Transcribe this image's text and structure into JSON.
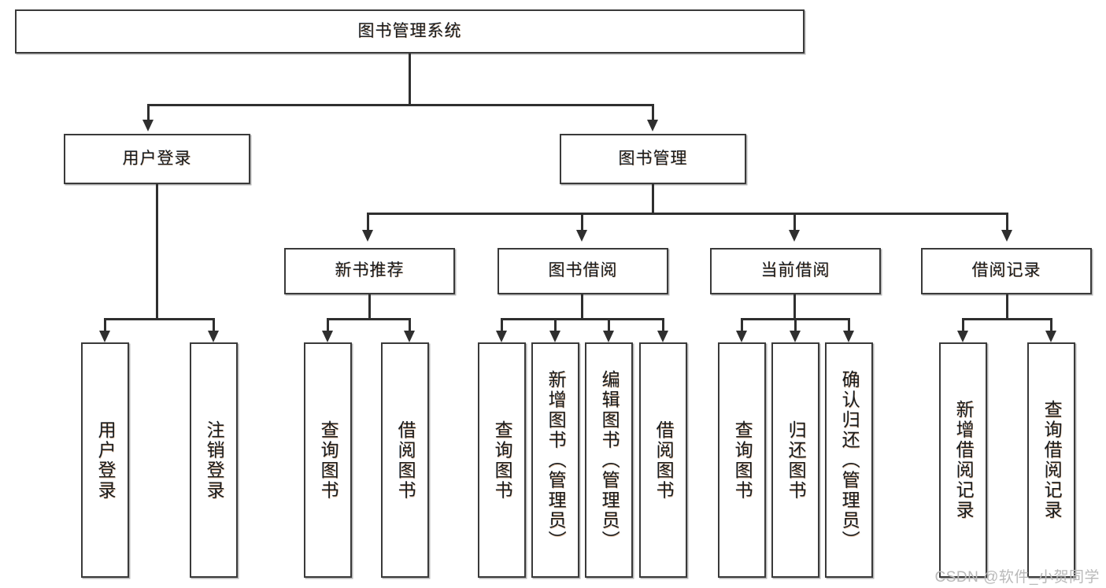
{
  "diagram": {
    "type": "tree-hierarchy",
    "title": "图书管理系统",
    "watermark": "CSDN @软件_小贺同学",
    "root": {
      "id": "root",
      "label": "图书管理系统"
    },
    "level2": [
      {
        "id": "user-login",
        "label": "用户登录"
      },
      {
        "id": "book-manage",
        "label": "图书管理"
      }
    ],
    "level3": [
      {
        "id": "new-book-rec",
        "label": "新书推荐",
        "parent": "book-manage"
      },
      {
        "id": "book-borrow",
        "label": "图书借阅",
        "parent": "book-manage"
      },
      {
        "id": "current-borrow",
        "label": "当前借阅",
        "parent": "book-manage"
      },
      {
        "id": "borrow-record",
        "label": "借阅记录",
        "parent": "book-manage"
      }
    ],
    "leaves": [
      {
        "id": "leaf-user-login",
        "label": "用户登录",
        "parent": "user-login"
      },
      {
        "id": "leaf-user-logout",
        "label": "注销登录",
        "parent": "user-login"
      },
      {
        "id": "leaf-query-book-1",
        "label": "查询图书",
        "parent": "new-book-rec"
      },
      {
        "id": "leaf-borrow-book-1",
        "label": "借阅图书",
        "parent": "new-book-rec"
      },
      {
        "id": "leaf-query-book-2",
        "label": "查询图书",
        "parent": "book-borrow"
      },
      {
        "id": "leaf-add-book",
        "label": "新增图书（管理员）",
        "parent": "book-borrow"
      },
      {
        "id": "leaf-edit-book",
        "label": "编辑图书（管理员）",
        "parent": "book-borrow"
      },
      {
        "id": "leaf-borrow-book-2",
        "label": "借阅图书",
        "parent": "book-borrow"
      },
      {
        "id": "leaf-query-book-3",
        "label": "查询图书",
        "parent": "current-borrow"
      },
      {
        "id": "leaf-return-book",
        "label": "归还图书",
        "parent": "current-borrow"
      },
      {
        "id": "leaf-confirm-return",
        "label": "确认归还（管理员）",
        "parent": "current-borrow"
      },
      {
        "id": "leaf-add-record",
        "label": "新增借阅记录",
        "parent": "borrow-record"
      },
      {
        "id": "leaf-query-record",
        "label": "查询借阅记录",
        "parent": "borrow-record"
      }
    ],
    "colors": {
      "border": "#3a3a3a",
      "line": "#2f2f2f",
      "background": "#ffffff",
      "text": "#1b1b1b",
      "watermark": "#b9b9b9"
    }
  }
}
